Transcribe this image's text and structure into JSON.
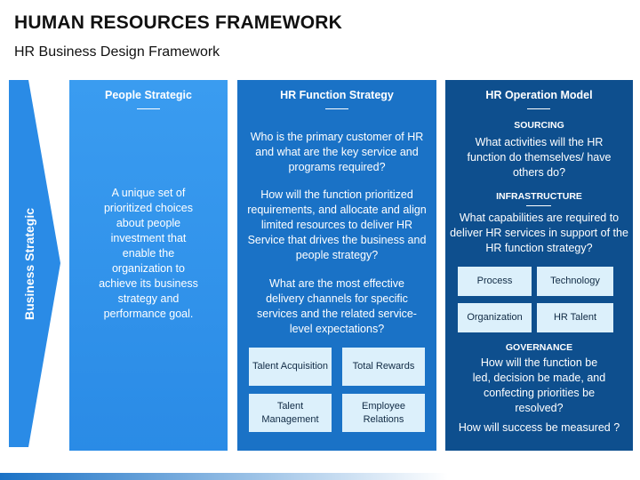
{
  "title": "HUMAN RESOURCES FRAMEWORK",
  "subtitle": "HR Business Design Framework",
  "arrow_label": "Business Strategic",
  "colors": {
    "panel1": "#2a8be6",
    "panel2": "#1a72c6",
    "panel3": "#0e4f8e",
    "box": "#dcf0fb"
  },
  "people": {
    "heading": "People Strategic",
    "text": "A unique set of prioritized choices about people investment that enable the organization to achieve its business strategy and performance goal."
  },
  "function": {
    "heading": "HR Function Strategy",
    "q1": "Who is the primary customer of HR and what are the key service and programs required?",
    "q2": "How will the function prioritized requirements, and allocate and align limited resources to deliver HR Service that drives the business and people strategy?",
    "q3": "What are the most effective delivery channels for specific services and the related service-level expectations?",
    "boxes": [
      "Talent Acquisition",
      "Total Rewards",
      "Talent Management",
      "Employee Relations"
    ]
  },
  "operation": {
    "heading": "HR Operation Model",
    "sourcing_title": "SOURCING",
    "sourcing_text": "What activities will the HR function do themselves/ have others do?",
    "infra_title": "INFRASTRUCTURE",
    "infra_text": "What capabilities are required to deliver HR services in support of the HR function strategy?",
    "boxes": [
      "Process",
      "Technology",
      "Organization",
      "HR Talent"
    ],
    "gov_title": "GOVERNANCE",
    "gov_text": "How will the function be led, decision be made, and confecting priorities be resolved?",
    "closing": "How will success  be measured ?"
  }
}
